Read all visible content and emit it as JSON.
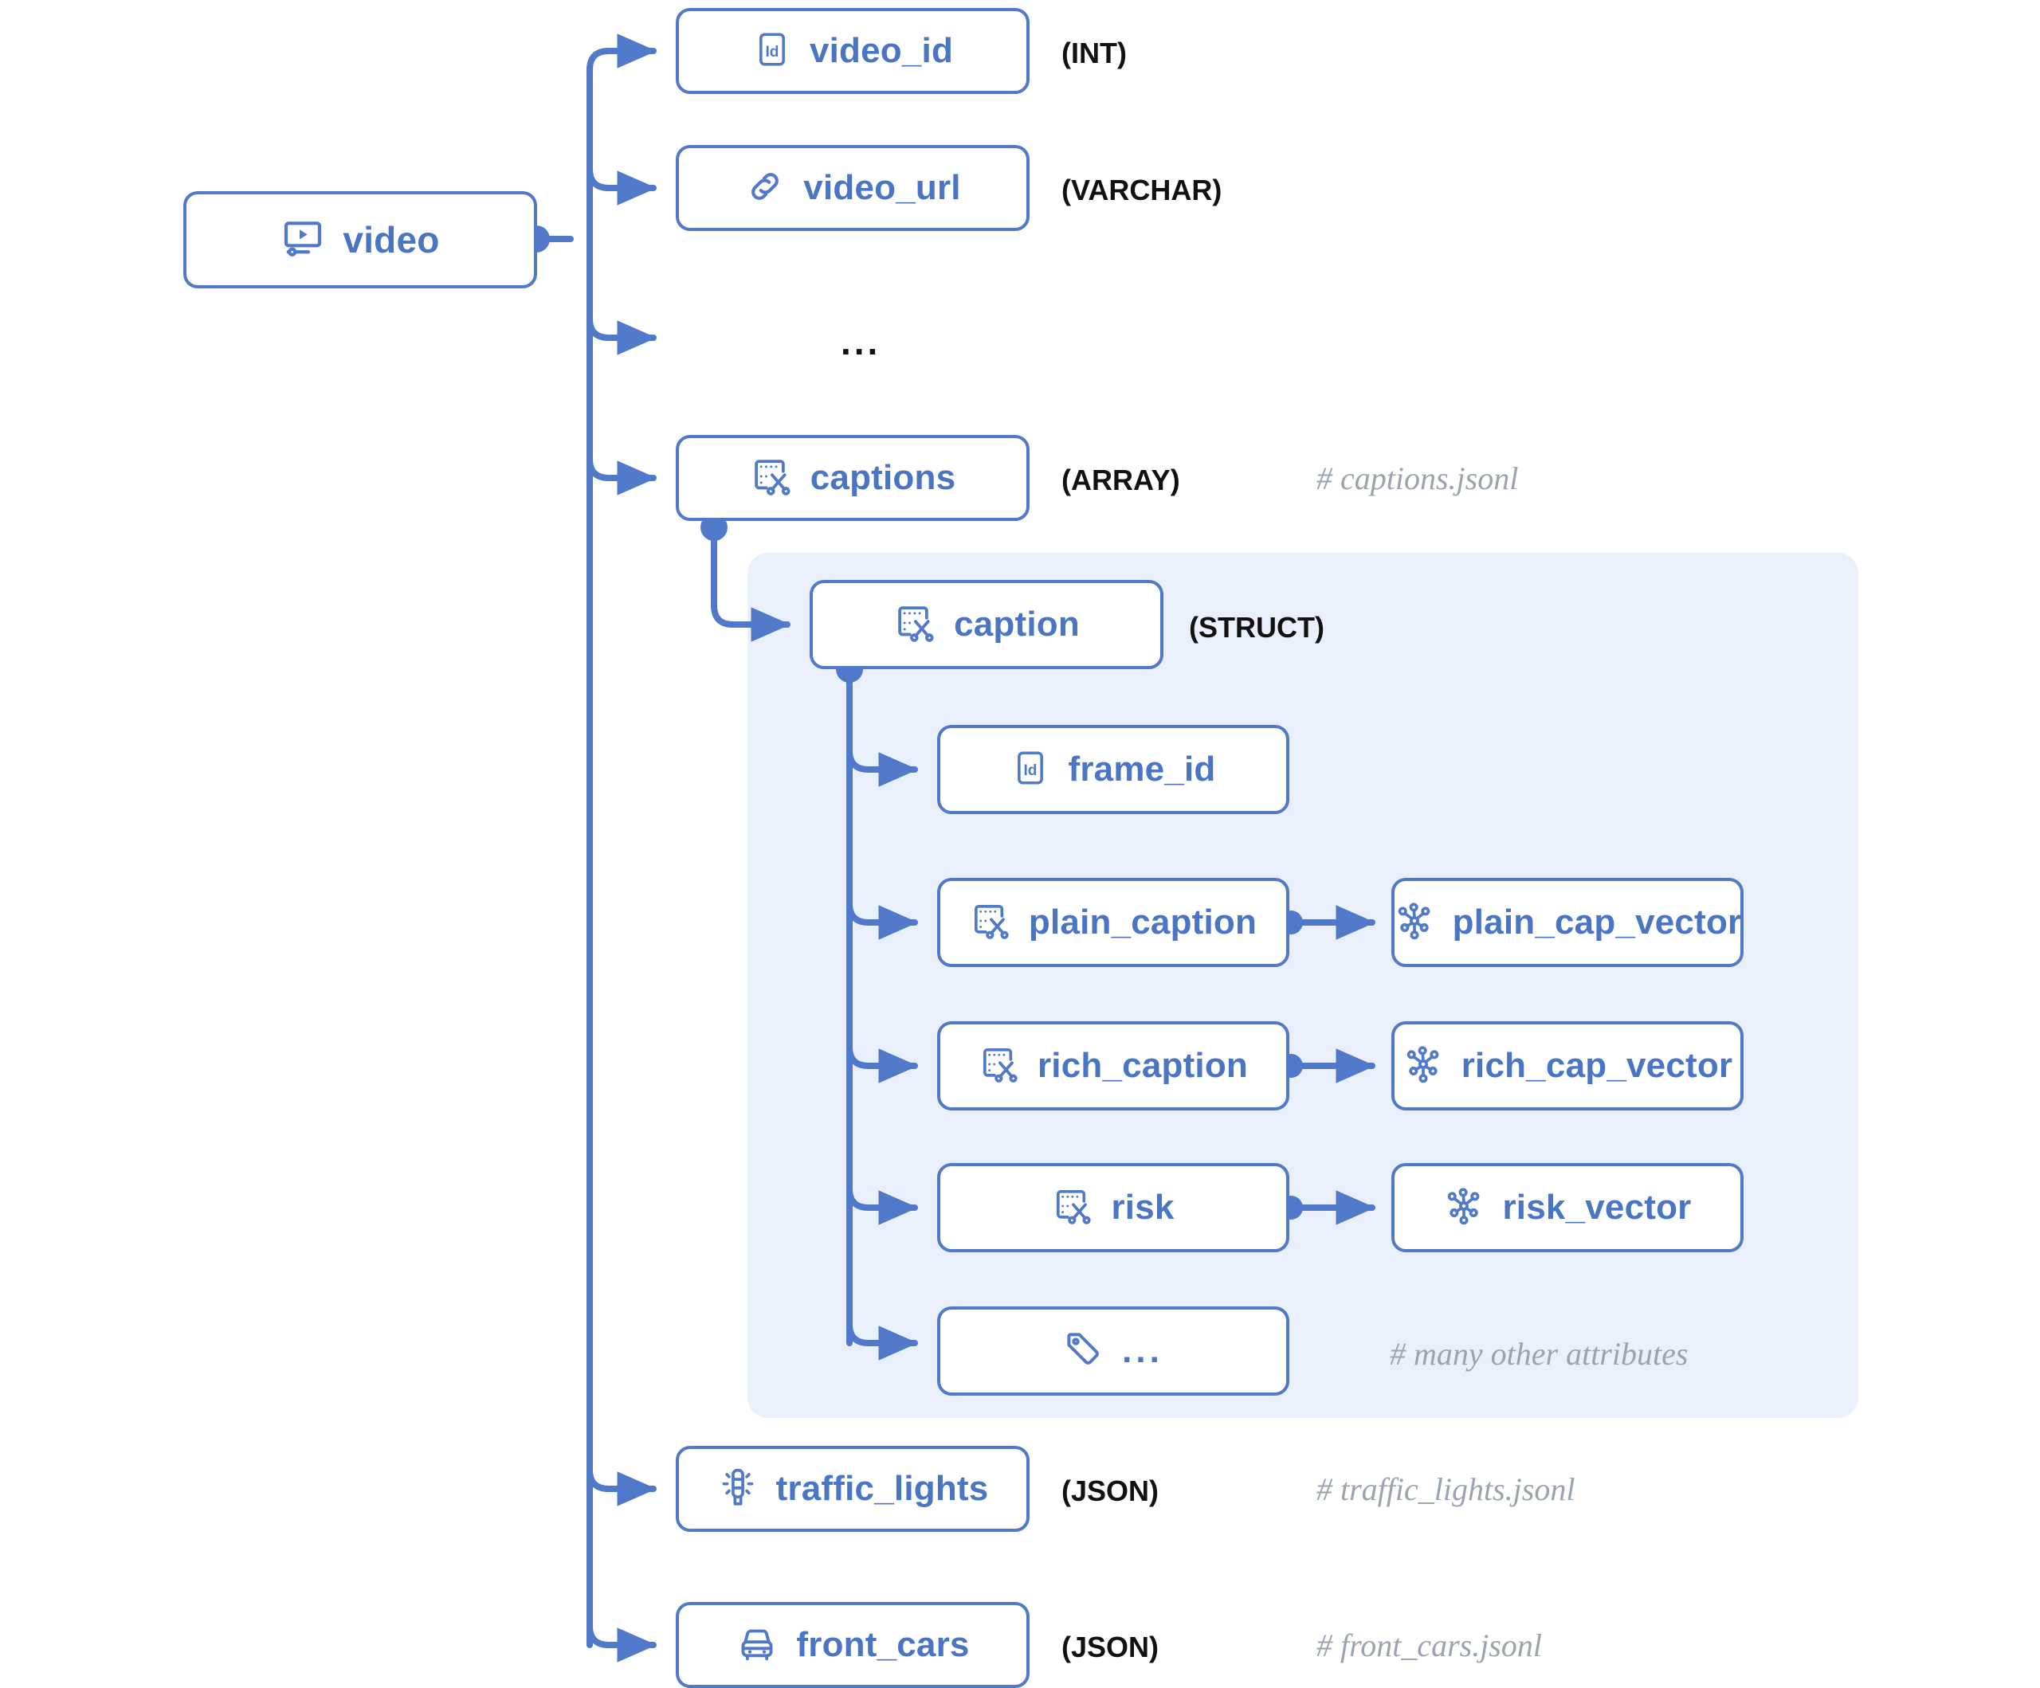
{
  "diagram": {
    "title": "video schema tree",
    "colors": {
      "accent": "#5179c9",
      "label_text": "#4a74c4",
      "type_text": "#111111",
      "comment_text": "#9aa3b0",
      "panel_bg": "#eaf0fb",
      "node_bg": "#ffffff"
    }
  },
  "root": {
    "label": "video",
    "icon": "video-player-icon"
  },
  "fields": [
    {
      "id": "video_id",
      "label": "video_id",
      "icon": "id-icon",
      "type": "(INT)",
      "comment": ""
    },
    {
      "id": "video_url",
      "label": "video_url",
      "icon": "link-icon",
      "type": "(VARCHAR)",
      "comment": ""
    },
    {
      "id": "more",
      "label": "...",
      "icon": "none",
      "type": "",
      "comment": ""
    },
    {
      "id": "captions",
      "label": "captions",
      "icon": "caption-clip-icon",
      "type": "(ARRAY)",
      "comment": "# captions.jsonl"
    },
    {
      "id": "traffic_lights",
      "label": "traffic_lights",
      "icon": "traffic-light-icon",
      "type": "(JSON)",
      "comment": "# traffic_lights.jsonl"
    },
    {
      "id": "front_cars",
      "label": "front_cars",
      "icon": "car-front-icon",
      "type": "(JSON)",
      "comment": "# front_cars.jsonl"
    }
  ],
  "struct": {
    "label": "caption",
    "icon": "caption-clip-icon",
    "type": "(STRUCT)",
    "members": [
      {
        "id": "frame_id",
        "label": "frame_id",
        "icon": "id-icon",
        "vector": null,
        "comment": ""
      },
      {
        "id": "plain_caption",
        "label": "plain_caption",
        "icon": "caption-clip-icon",
        "vector": {
          "label": "plain_cap_vector",
          "icon": "vector-graph-icon"
        },
        "comment": ""
      },
      {
        "id": "rich_caption",
        "label": "rich_caption",
        "icon": "caption-clip-icon",
        "vector": {
          "label": "rich_cap_vector",
          "icon": "vector-graph-icon"
        },
        "comment": ""
      },
      {
        "id": "risk",
        "label": "risk",
        "icon": "caption-clip-icon",
        "vector": {
          "label": "risk_vector",
          "icon": "vector-graph-icon"
        },
        "comment": ""
      },
      {
        "id": "other",
        "label": "...",
        "icon": "tag-icon",
        "vector": null,
        "comment": "# many other attributes"
      }
    ]
  }
}
